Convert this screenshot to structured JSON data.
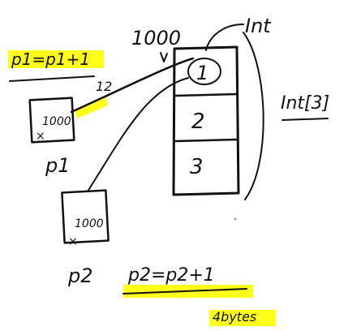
{
  "labels": {
    "top_right_type": "Int",
    "array_type": "Int[3]",
    "address_top": "1000",
    "p1_expr": "p1=p1+1",
    "offset": "12",
    "p1_cell_value": "1000",
    "p1_name": "p1",
    "p2_cell_value": "1000",
    "p2_name": "p2",
    "p2_expr": "p2=p2+1",
    "bottom_note": "4bytes",
    "array_vals": [
      "1",
      "2",
      "3"
    ],
    "x_mark": "×"
  },
  "colors": {
    "ink": "#111111",
    "highlight": "#ffff00"
  }
}
